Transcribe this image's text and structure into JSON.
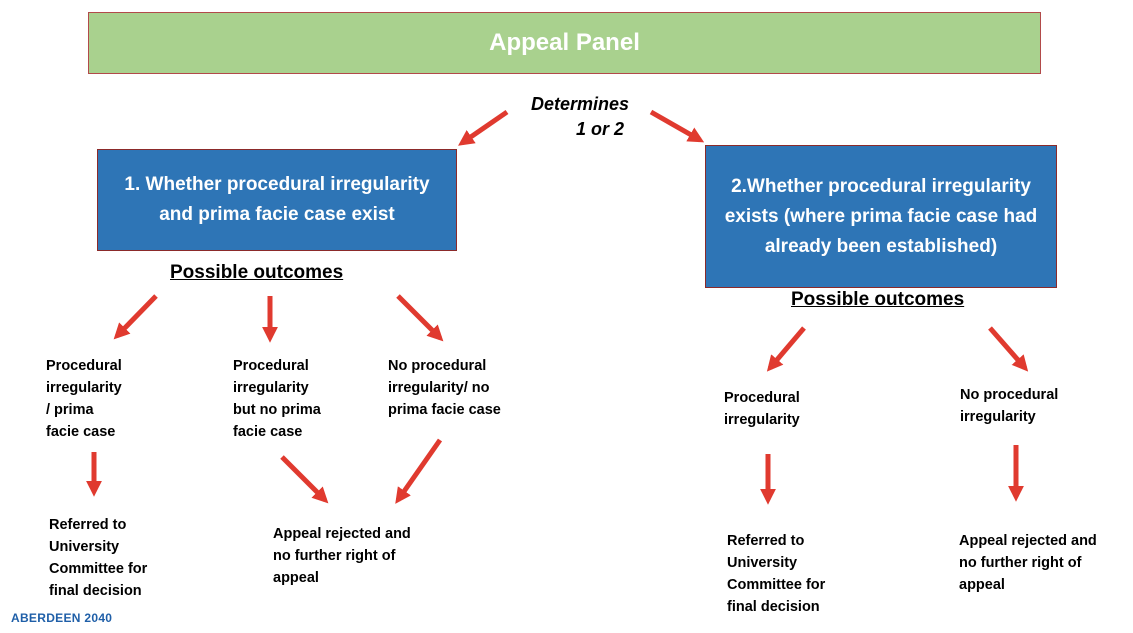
{
  "title": "Appeal Panel",
  "determines": {
    "line1": "Determines",
    "line2": "1 or 2"
  },
  "branch1": {
    "heading": "1. Whether procedural irregularity and prima facie case exist",
    "outcomes_label": "Possible outcomes",
    "outcomes": [
      {
        "label_lines": [
          "Procedural",
          "irregularity",
          "/ prima",
          "facie case"
        ]
      },
      {
        "label_lines": [
          "Procedural",
          "irregularity",
          "but no prima",
          "facie case"
        ]
      },
      {
        "label_lines": [
          "No procedural",
          "irregularity/ no",
          "prima facie case"
        ]
      }
    ],
    "results": [
      {
        "label_lines": [
          "Referred to",
          "University",
          "Committee for",
          "final decision"
        ]
      },
      {
        "label_lines": [
          "Appeal rejected and",
          "no further right of",
          "appeal"
        ]
      }
    ]
  },
  "branch2": {
    "heading": "2.Whether procedural irregularity exists (where prima facie case had already been established)",
    "outcomes_label": "Possible outcomes",
    "outcomes": [
      {
        "label_lines": [
          "Procedural",
          "irregularity"
        ]
      },
      {
        "label_lines": [
          "No procedural",
          "irregularity"
        ]
      }
    ],
    "results": [
      {
        "label_lines": [
          "Referred to",
          "University",
          "Committee for",
          "final decision"
        ]
      },
      {
        "label_lines": [
          "Appeal rejected and",
          "no further right of",
          "appeal"
        ]
      }
    ]
  },
  "footer": {
    "brand": "ABERDEEN 2040"
  },
  "colors": {
    "title_fill": "#a9d18e",
    "box_fill": "#2e75b6",
    "arrow": "#e03a2f",
    "brand": "#1f5fa8"
  }
}
